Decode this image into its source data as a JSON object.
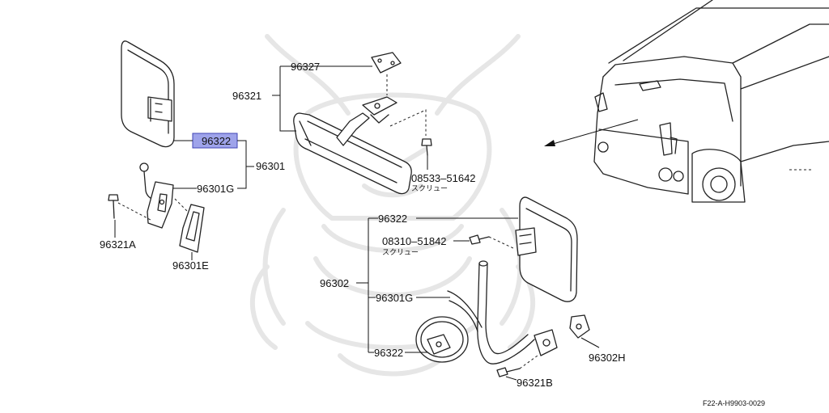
{
  "labels": {
    "p96322_highlight": "96322",
    "p96301": "96301",
    "p96301G_top": "96301G",
    "p96321A": "96321A",
    "p96301E": "96301E",
    "p96327": "96327",
    "p96321": "96321",
    "p08533": "08533–51642",
    "p08533_sub": "スクリュー",
    "p96322_right": "96322",
    "p08310": "08310–51842",
    "p08310_sub": "スクリュー",
    "p96302": "96302",
    "p96301G_bottom": "96301G",
    "p96322_bottom": "96322",
    "p96302H": "96302H",
    "p96321B": "96321B",
    "diagram_code": "F22-A-H9903-0029"
  },
  "colors": {
    "highlight_fill": "#9ea3ea",
    "highlight_border": "#4046b5",
    "line": "#222222",
    "watermark": "#e6e6e6"
  }
}
